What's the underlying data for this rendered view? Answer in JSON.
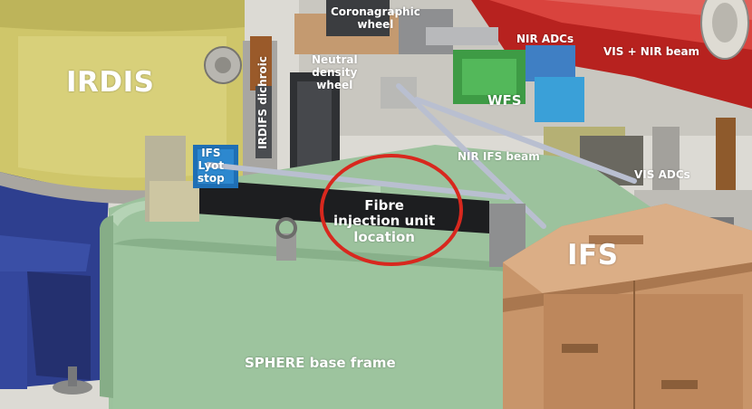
{
  "labels": {
    "irdis": "IRDIS",
    "coronagraphic_wheel": "Coronagraphic\nwheel",
    "irdifs_dichroic": "IRDIFS dichroic",
    "neutral_density_wheel": "Neutral\ndensity\nwheel",
    "nir_adcs": "NIR ADCs",
    "vis_nir_beam": "VIS + NIR beam",
    "wfs": "WFS",
    "ifs_lyot_stop": "IFS\nLyot\nstop",
    "nir_ifs_beam": "NIR IFS beam",
    "vis_adcs": "VIS ADCs",
    "fibre_injection": "Fibre\ninjection unit\nlocation",
    "ifs": "IFS",
    "base_frame": "SPHERE base frame"
  },
  "colors": {
    "base_frame": "#9cc29d",
    "irdis_tank": "#cfc66a",
    "ifs_box": "#c8956a",
    "beam_tube": "#c82a27",
    "blue_support": "#2e3f8f",
    "highlight_ellipse": "#d8281e"
  }
}
